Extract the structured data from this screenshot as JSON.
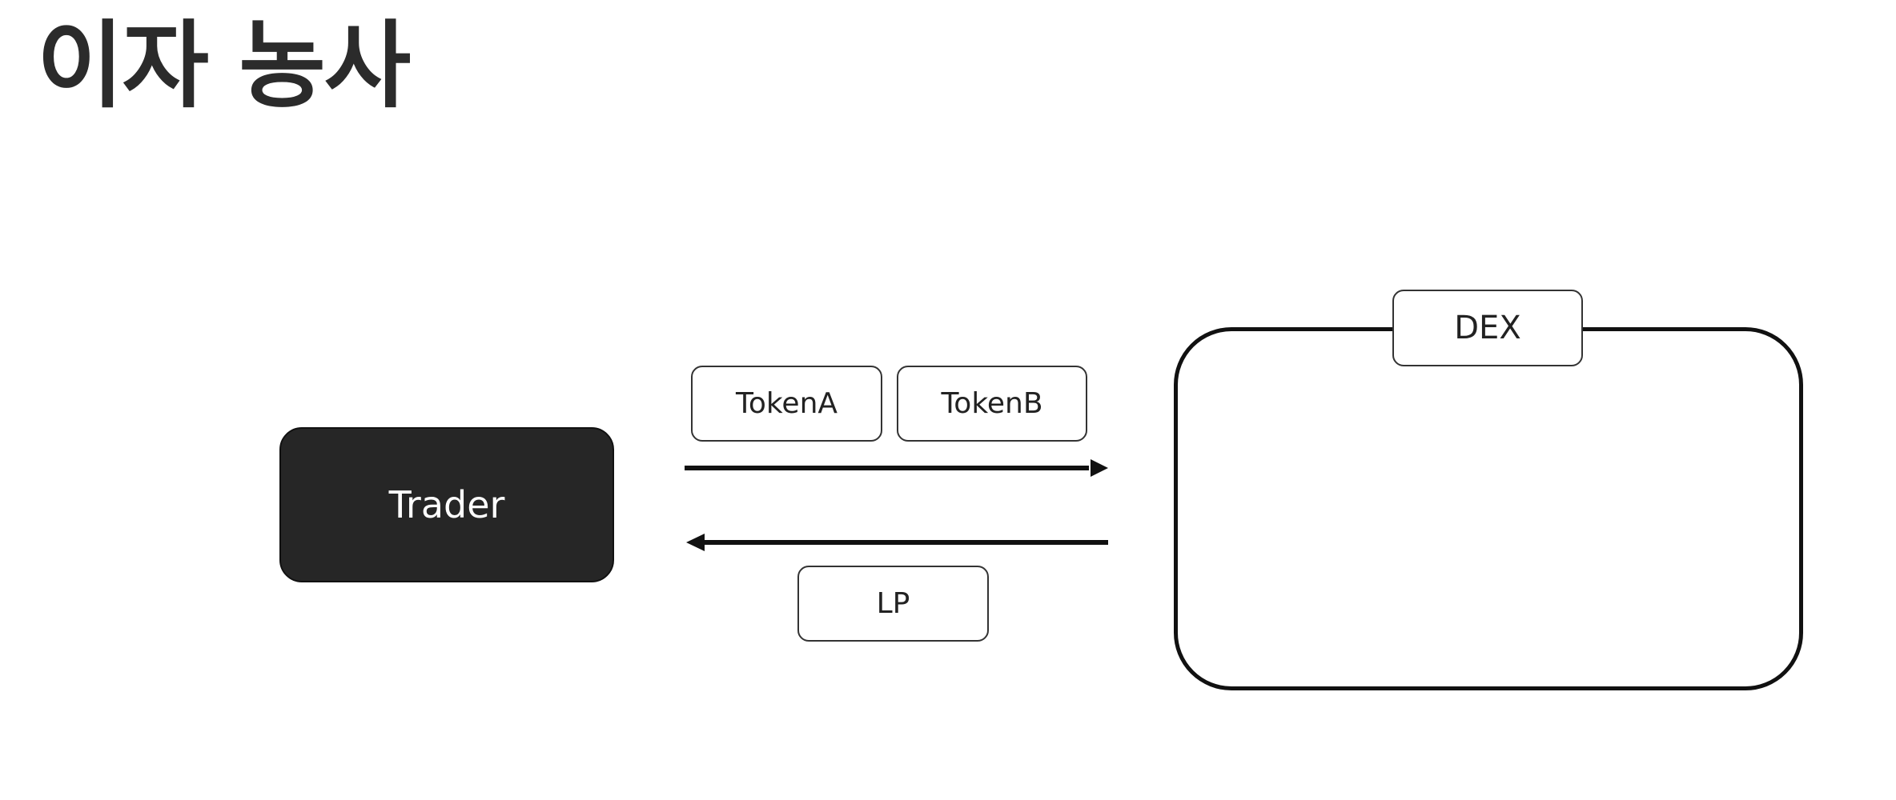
{
  "title": "이자 농사",
  "nodes": {
    "trader": "Trader",
    "dex": "DEX"
  },
  "flows": {
    "to_dex": [
      "TokenA",
      "TokenB"
    ],
    "to_trader": [
      "LP"
    ]
  }
}
